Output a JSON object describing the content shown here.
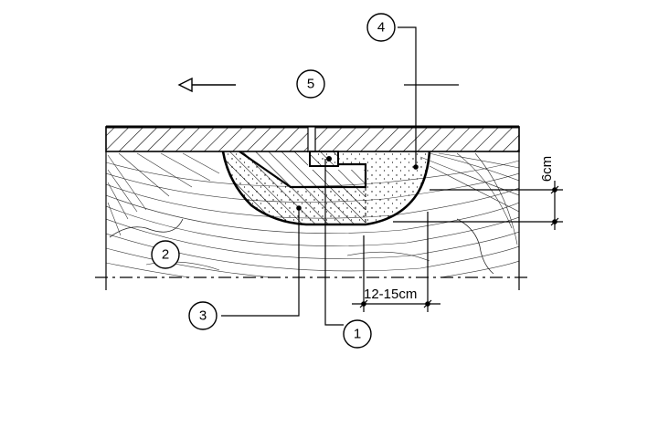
{
  "callouts": {
    "c1": "1",
    "c2": "2",
    "c3": "3",
    "c4": "4",
    "c5": "5"
  },
  "dimensions": {
    "depth": "6cm",
    "width": "12-15cm"
  },
  "direction": "left"
}
